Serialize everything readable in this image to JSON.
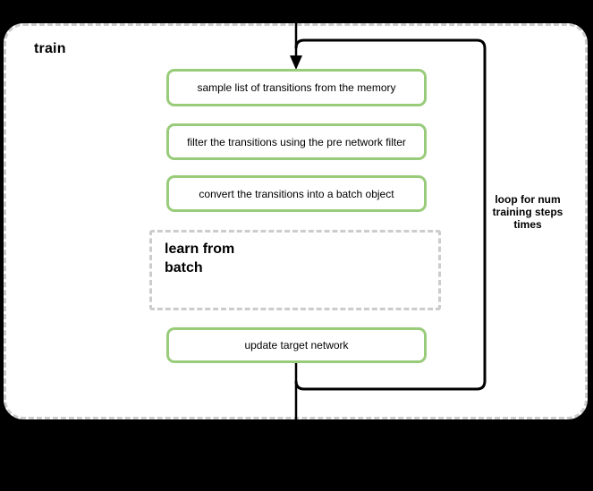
{
  "colors": {
    "background": "#000000",
    "panel_fill": "#ffffff",
    "panel_border": "#cccccc",
    "node_border": "#99cc7a",
    "node_fill": "#ffffff",
    "connector": "#000000",
    "text": "#000000"
  },
  "panel": {
    "title": "train"
  },
  "flow": {
    "steps": [
      {
        "label": "sample list of transitions from the memory"
      },
      {
        "label": "filter the transitions using the pre network filter"
      },
      {
        "label": "convert the transitions into a batch object"
      }
    ],
    "subprocess": {
      "label": "learn from batch"
    },
    "final_step": {
      "label": "update target network"
    },
    "loop_label": "loop for num training steps times"
  }
}
